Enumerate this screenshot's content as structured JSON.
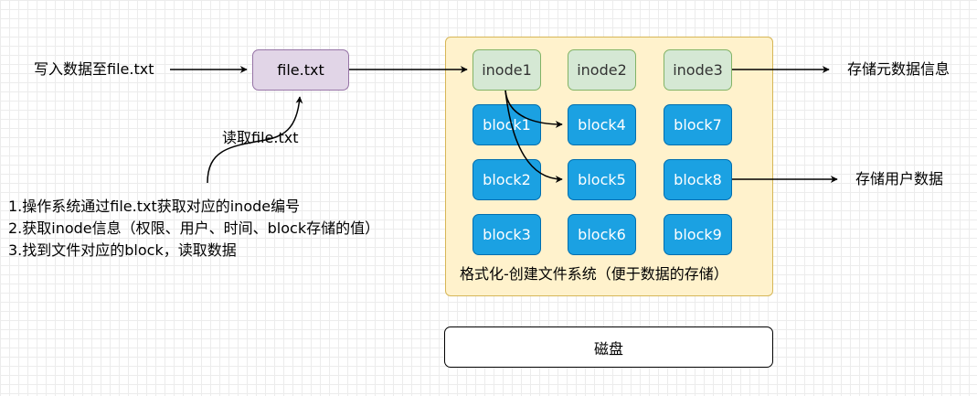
{
  "labels": {
    "write_data": "写入数据至file.txt",
    "read_file": "读取file.txt",
    "store_meta": "存储元数据信息",
    "store_user": "存储用户数据",
    "fs_caption": "格式化-创建文件系统（便于数据的存储）",
    "steps": [
      "1.操作系统通过file.txt获取对应的inode编号",
      "2.获取inode信息（权限、用户、时间、block存储的值）",
      "3.找到文件对应的block，读取数据"
    ]
  },
  "file": {
    "label": "file.txt"
  },
  "inodes": [
    "inode1",
    "inode2",
    "inode3"
  ],
  "blocks": [
    "block1",
    "block2",
    "block3",
    "block4",
    "block5",
    "block6",
    "block7",
    "block8",
    "block9"
  ],
  "disk": {
    "label": "磁盘"
  },
  "colors": {
    "file_fill": "#e1d5e7",
    "file_stroke": "#9673a6",
    "inode_fill": "#d5e8d4",
    "inode_stroke": "#82b366",
    "block_fill": "#1ba1e2",
    "block_stroke": "#006eaf",
    "panel_fill": "#fff2cc",
    "panel_stroke": "#d6b656"
  }
}
